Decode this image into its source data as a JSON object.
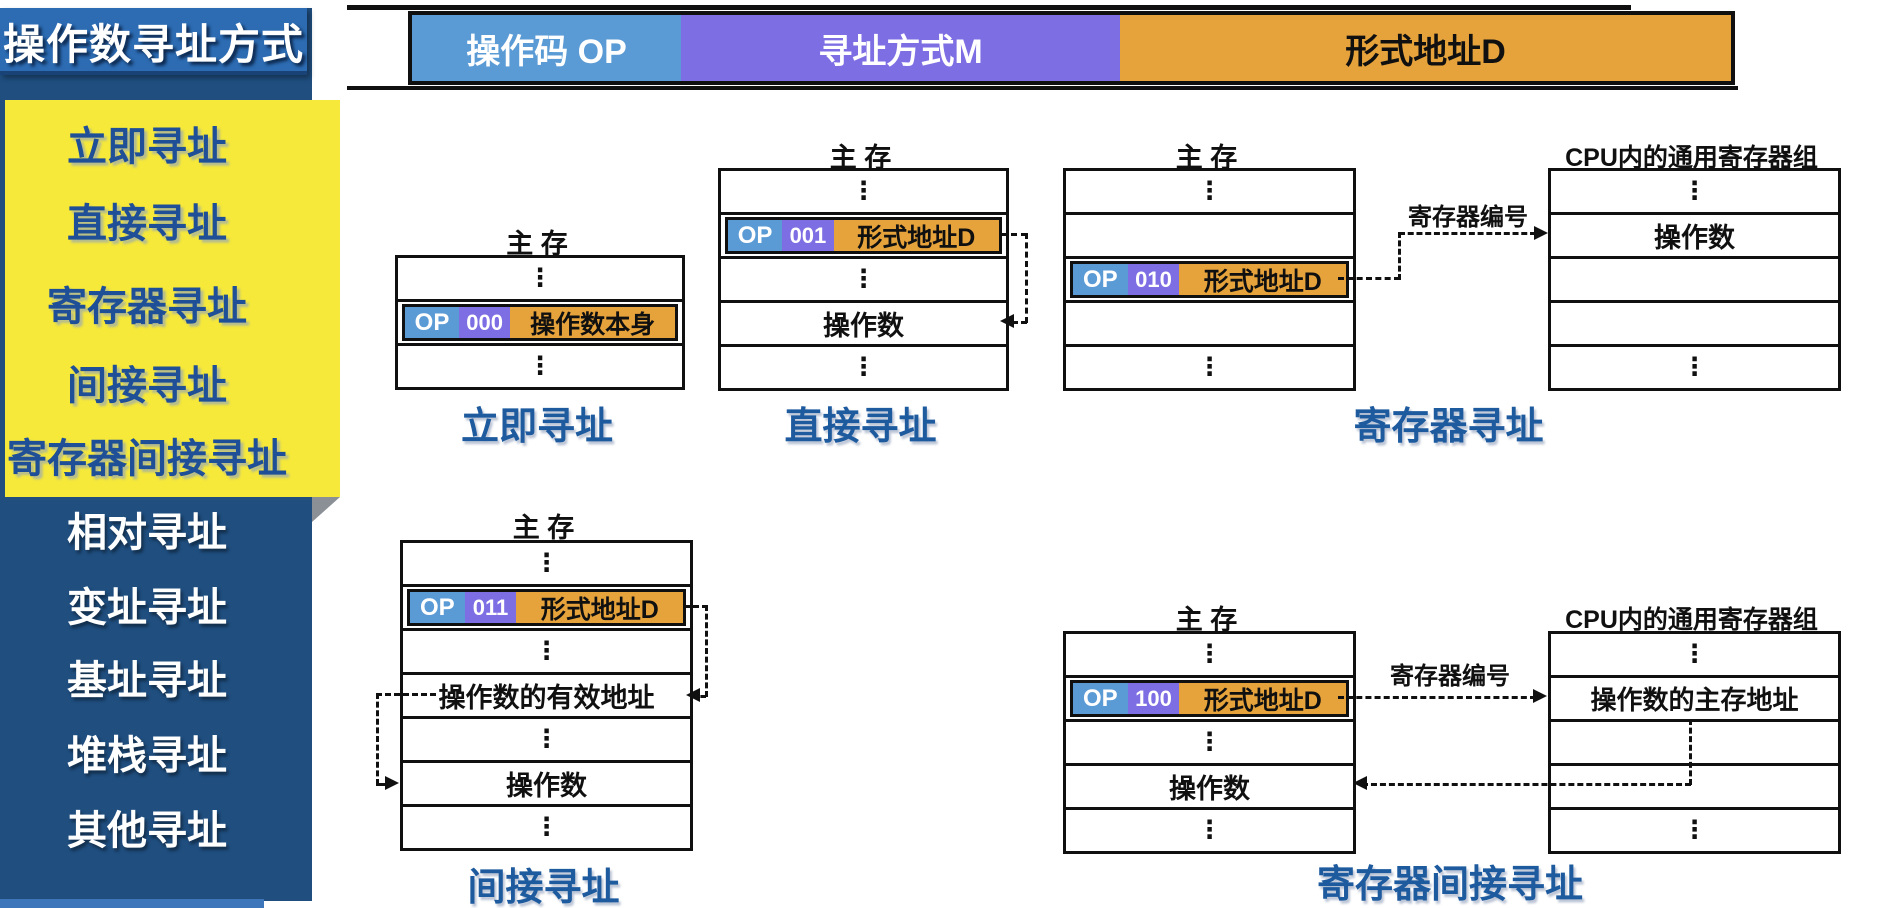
{
  "sidebar": {
    "title": "操作数寻址方式",
    "items": [
      {
        "label": "立即寻址",
        "highlighted": true
      },
      {
        "label": "直接寻址",
        "highlighted": true
      },
      {
        "label": "寄存器寻址",
        "highlighted": true
      },
      {
        "label": "间接寻址",
        "highlighted": true
      },
      {
        "label": "寄存器间接寻址",
        "highlighted": true
      },
      {
        "label": "相对寻址",
        "highlighted": false
      },
      {
        "label": "变址寻址",
        "highlighted": false
      },
      {
        "label": "基址寻址",
        "highlighted": false
      },
      {
        "label": "堆栈寻址",
        "highlighted": false
      },
      {
        "label": "其他寻址",
        "highlighted": false
      }
    ]
  },
  "instruction_format": {
    "op_label": "操作码 OP",
    "mode_label": "寻址方式M",
    "address_label": "形式地址D"
  },
  "shared": {
    "memory_title": "主 存",
    "register_bank_title": "CPU内的通用寄存器组",
    "register_number_label": "寄存器编号"
  },
  "symbols": {
    "vdots": "⋮"
  },
  "diagrams": {
    "immediate": {
      "caption": "立即寻址",
      "op": "OP",
      "mode_bits": "000",
      "address_field": "操作数本身"
    },
    "direct": {
      "caption": "直接寻址",
      "op": "OP",
      "mode_bits": "001",
      "address_field": "形式地址D",
      "operand_row": "操作数"
    },
    "register": {
      "caption": "寄存器寻址",
      "op": "OP",
      "mode_bits": "010",
      "address_field": "形式地址D",
      "register_operand_row": "操作数"
    },
    "indirect": {
      "caption": "间接寻址",
      "op": "OP",
      "mode_bits": "011",
      "address_field": "形式地址D",
      "effective_address_row": "操作数的有效地址",
      "operand_row": "操作数"
    },
    "register_indirect": {
      "caption": "寄存器间接寻址",
      "op": "OP",
      "mode_bits": "100",
      "address_field": "形式地址D",
      "operand_row": "操作数",
      "register_address_row": "操作数的主存地址"
    }
  },
  "colors": {
    "sidebar_panel": "#1F4E7F",
    "sidebar_header": "#2D6CB3",
    "highlight_note": "#F6E93A",
    "highlight_item_text": "#1F4F96",
    "panel_item_text": "#FFFFFF",
    "op_cell": "#5B9BD5",
    "mode_cell": "#7D6EE4",
    "address_cell": "#E7A33B",
    "caption_text": "#1D5A9E",
    "line": "#101010"
  }
}
